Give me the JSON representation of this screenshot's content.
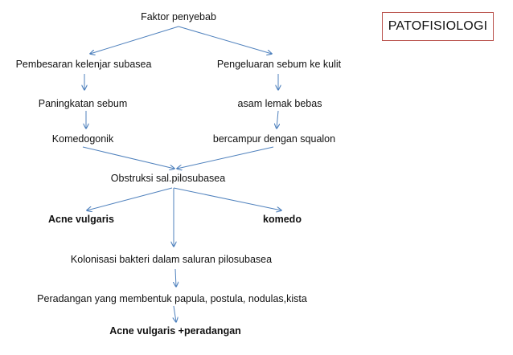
{
  "title": "PATOFISIOLOGI",
  "colors": {
    "arrow": "#4f81bd",
    "title_border": "#b9504a",
    "text": "#111111"
  },
  "nodes": {
    "faktor": "Faktor penyebab",
    "pembesaran": "Pembesaran kelenjar subasea",
    "pengeluaran": "Pengeluaran sebum ke kulit",
    "paningkatan": "Paningkatan sebum",
    "asam": "asam lemak bebas",
    "komedogonik": "Komedogonik",
    "bercampur": "bercampur dengan squalon",
    "obstruksi": "Obstruksi sal.pilosubasea",
    "acne": "Acne vulgaris",
    "komedo": "komedo",
    "kolonisasi": "Kolonisasi bakteri dalam saluran pilosubasea",
    "peradangan": "Peradangan yang membentuk papula, postula, nodulas,kista",
    "final": "Acne vulgaris +peradangan"
  }
}
